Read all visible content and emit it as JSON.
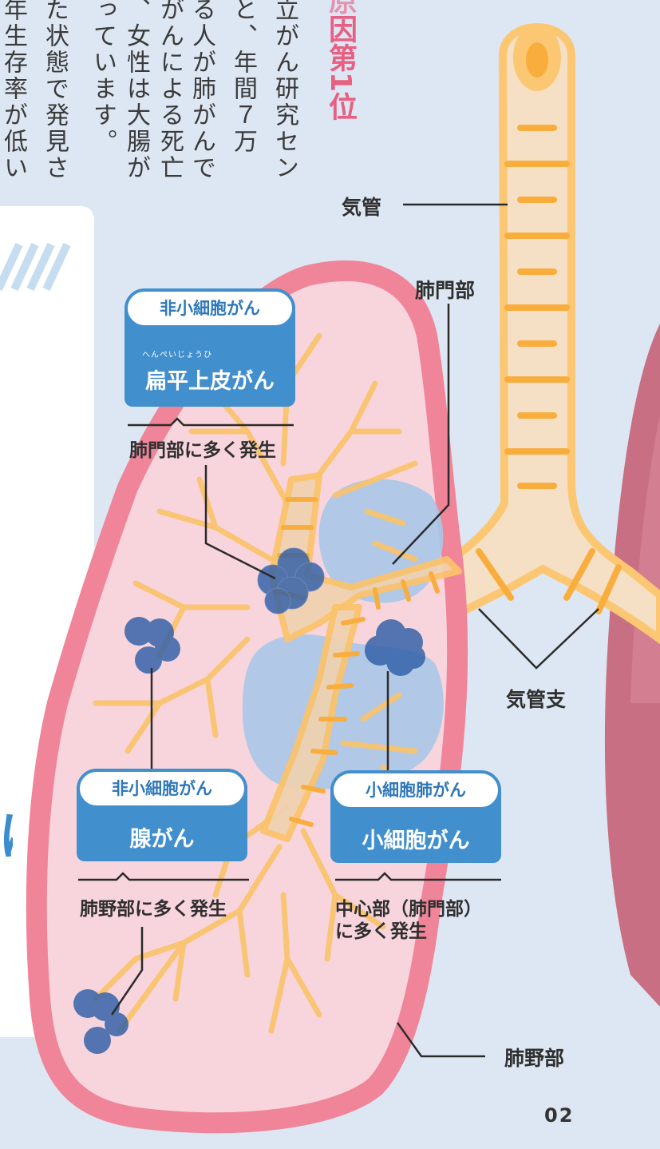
{
  "header": {
    "accent_chars": [
      "原",
      "因",
      "第",
      "1",
      "位"
    ],
    "body_columns": [
      "立がん研究セン",
      "と、年間７万",
      "る人が肺がんで",
      "がんによる死亡",
      "、女性は大腸が",
      "っています。",
      "た状態で発見さ",
      "年生存率が低い"
    ]
  },
  "side_panel": {
    "partial_char": "に"
  },
  "labels": {
    "trachea": "気管",
    "hilum": "肺門部",
    "bronchi": "気管支",
    "periphery": "肺野部"
  },
  "cards": [
    {
      "category": "非小細胞がん",
      "ruby": "へんぺいじょうひ",
      "name": "扁平上皮がん",
      "note": [
        "肺門部に多く発生"
      ]
    },
    {
      "category": "非小細胞がん",
      "name": "腺がん",
      "note": [
        "肺野部に多く発生"
      ]
    },
    {
      "category": "小細胞肺がん",
      "name": "小細胞がん",
      "note": [
        "中心部（肺門部）",
        "に多く発生"
      ]
    }
  ],
  "page_number": "02",
  "colors": {
    "background": "#dde7f3",
    "lung_fill": "#f8d5dc",
    "lung_border": "#f0859a",
    "airway": "#fbc36a",
    "hilum_zone": "#a9c6e7",
    "card_blue": "#428fce",
    "tumor": "#3465ad",
    "accent_pink": "#e85f82"
  }
}
